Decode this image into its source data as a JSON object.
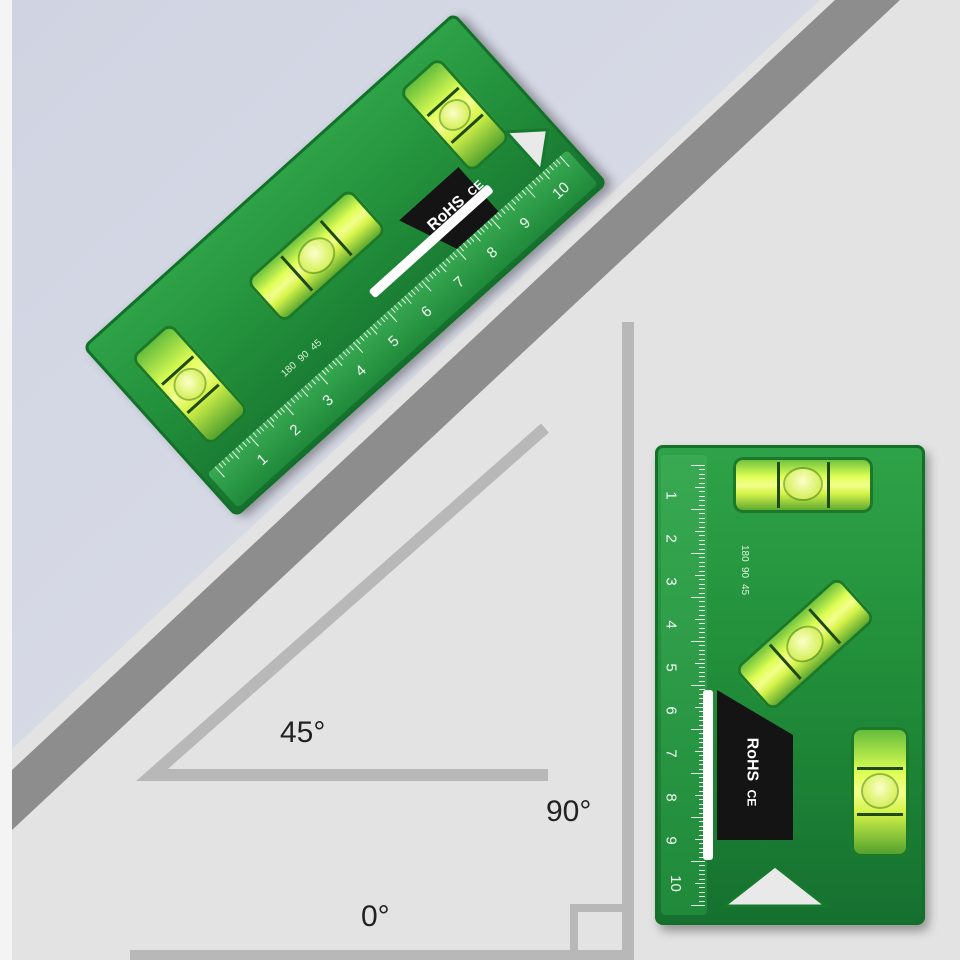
{
  "scene": {
    "colors": {
      "background_top": "#cfd3e0",
      "background_bottom": "#e2e2e2",
      "diagonal_band": "#8e8e8e",
      "guide_lines": "#b6b6b6",
      "level_green": "#1f8a38",
      "vial_yellow": "#e8ff66",
      "rohs_plate": "#141414"
    },
    "angles": {
      "a45": "45°",
      "a90": "90°",
      "a0": "0°"
    }
  },
  "level_top": {
    "brand_mark": "RoHS",
    "cert_mark": "CE",
    "ruler": [
      "1",
      "2",
      "3",
      "4",
      "5",
      "6",
      "7",
      "8",
      "9",
      "10"
    ],
    "protractor": [
      "180",
      "90",
      "45"
    ]
  },
  "level_right": {
    "brand_mark": "RoHS",
    "cert_mark": "CE",
    "ruler": [
      "1",
      "2",
      "3",
      "4",
      "5",
      "6",
      "7",
      "8",
      "9",
      "10"
    ],
    "protractor": [
      "180",
      "90",
      "45"
    ]
  }
}
